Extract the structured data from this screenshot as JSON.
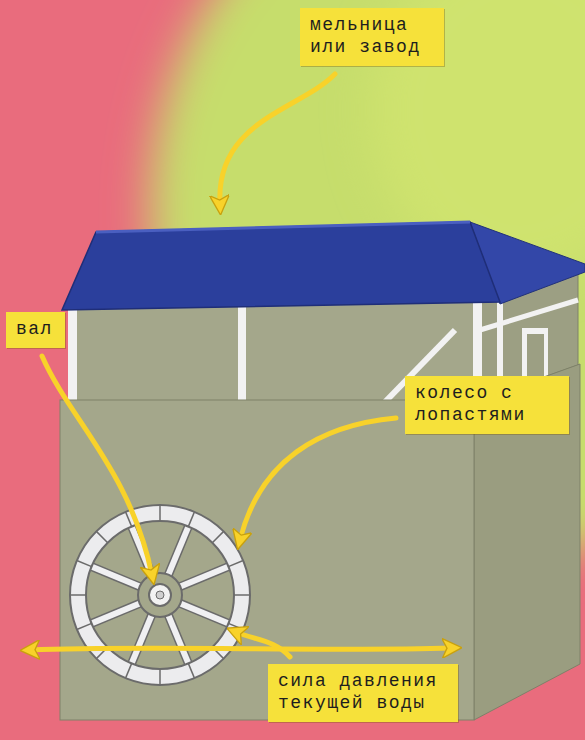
{
  "diagram": {
    "nodes": [
      {
        "text": [
          "мельница или завод"
        ]
      },
      {
        "text": [
          "вал"
        ]
      },
      {
        "text": [
          "колесо с лопастями"
        ]
      },
      {
        "text": [
          "сила давления текущей воды"
        ]
      }
    ]
  }
}
